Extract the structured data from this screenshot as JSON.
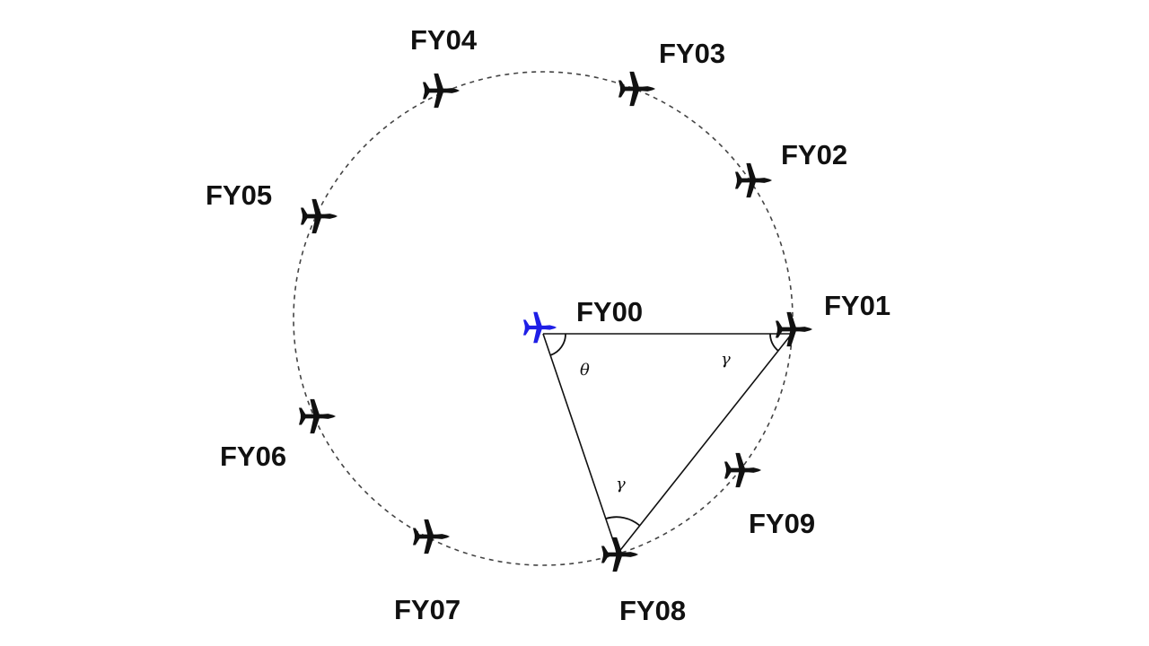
{
  "diagram": {
    "center_aircraft": {
      "id": "FY00",
      "color": "#1f1fe6"
    },
    "ring_aircraft": [
      {
        "id": "FY01",
        "color": "#111111"
      },
      {
        "id": "FY02",
        "color": "#111111"
      },
      {
        "id": "FY03",
        "color": "#111111"
      },
      {
        "id": "FY04",
        "color": "#111111"
      },
      {
        "id": "FY05",
        "color": "#111111"
      },
      {
        "id": "FY06",
        "color": "#111111"
      },
      {
        "id": "FY07",
        "color": "#111111"
      },
      {
        "id": "FY08",
        "color": "#111111"
      },
      {
        "id": "FY09",
        "color": "#111111"
      }
    ],
    "triangle": {
      "vertices": [
        "FY00",
        "FY01",
        "FY08"
      ]
    },
    "angles": [
      {
        "symbol": "θ",
        "vertex": "FY00"
      },
      {
        "symbol": "γ",
        "vertex": "FY01"
      },
      {
        "symbol": "γ",
        "vertex": "FY08"
      }
    ]
  }
}
